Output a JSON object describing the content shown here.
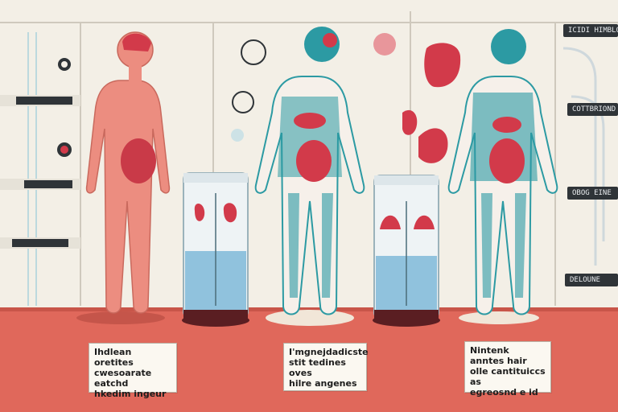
{
  "captions": [
    {
      "id": "left",
      "text": "Ihdlean oretites\ncwesoarate eatchd\nhkedim ingeur"
    },
    {
      "id": "middle",
      "text": "I'mgnejdadicste\nstit tedines oves\nhilre angenes"
    },
    {
      "id": "right",
      "text": "Nintenk anntes hair\nolle cantituiccs as\negreosnd e id"
    }
  ],
  "side_tags": [
    {
      "id": "tag-1",
      "text": "ICIDI HIMBLON"
    },
    {
      "id": "tag-2",
      "text": "COTTBRIOND"
    },
    {
      "id": "tag-3",
      "text": "OBOG EINE"
    },
    {
      "id": "tag-4",
      "text": "DELOUNE"
    }
  ],
  "colors": {
    "wall": "#f3efe6",
    "floor": "#e0685b",
    "body_pink": "#ec8d80",
    "organ_red": "#d23a4a",
    "teal": "#2c9aa3",
    "water": "#7fb8d8"
  }
}
